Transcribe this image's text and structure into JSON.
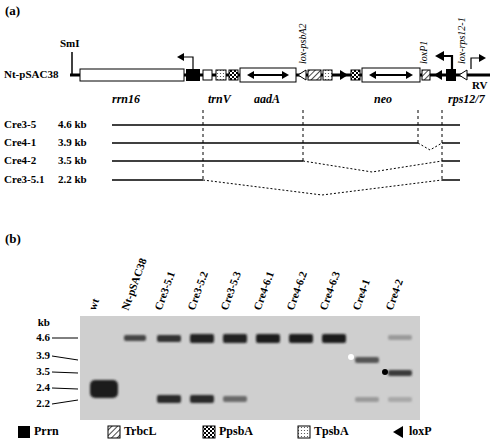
{
  "diagram": {
    "labels": [
      "(a)",
      "SmI",
      "lox-psbA2",
      "loxP1",
      "lox-rps12-1",
      "RV",
      "Nt-pSAC38",
      "rrn16",
      "trnV",
      "aadA",
      "neo",
      "rps12/7",
      "Cre3-5",
      "4.6 kb",
      "Cre4-1",
      "3.9 kb",
      "Cre4-2",
      "3.5 kb",
      "Cre3-5.1",
      "2.2 kb",
      "(b)",
      "kb",
      "4.6",
      "3.9",
      "3.5",
      "2.4",
      "2.2",
      "wt",
      "Nt-pSAC38",
      "Cre3-5.1",
      "Cre3-5.2",
      "Cre3-5.3",
      "Cre4-6.1",
      "Cre4-6.2",
      "Cre4-6.3",
      "Cre4-1",
      "Cre4-2"
    ],
    "legend": [
      {
        "text": "Prrn",
        "color": "#000000"
      },
      {
        "text": "TrbcL"
      },
      {
        "text": "PpsbA"
      },
      {
        "text": "TpsbA"
      },
      {
        "text": "loxP"
      }
    ]
  }
}
